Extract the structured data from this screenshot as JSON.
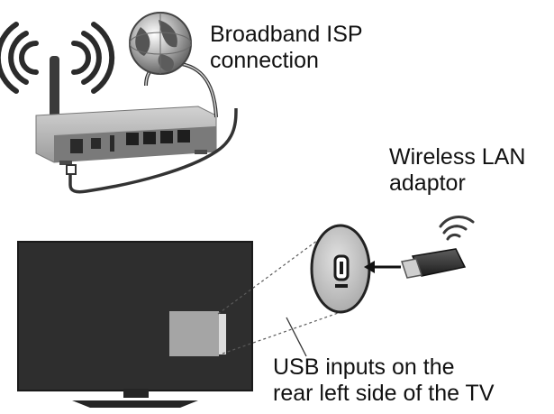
{
  "labels": {
    "isp": [
      "Broadband ISP",
      "connection"
    ],
    "wlan": [
      "Wireless LAN",
      "adaptor"
    ],
    "usb": [
      "USB inputs on the",
      "rear left side of the TV"
    ]
  },
  "colors": {
    "tv_body": "#2e2e2e",
    "tv_panel": "#a5a5a5",
    "router_body": "#b9b9b9",
    "router_front": "#666666",
    "ink": "#111111",
    "globe": "#9a9a9a",
    "magnifier": "#c4c4c4"
  },
  "icons": {
    "router": "wireless-router-icon",
    "globe": "globe-icon",
    "wireless_waves": "wireless-signal-icon",
    "usb_port": "usb-port-icon",
    "usb_dongle": "usb-wifi-dongle-icon",
    "tv": "television-icon"
  }
}
